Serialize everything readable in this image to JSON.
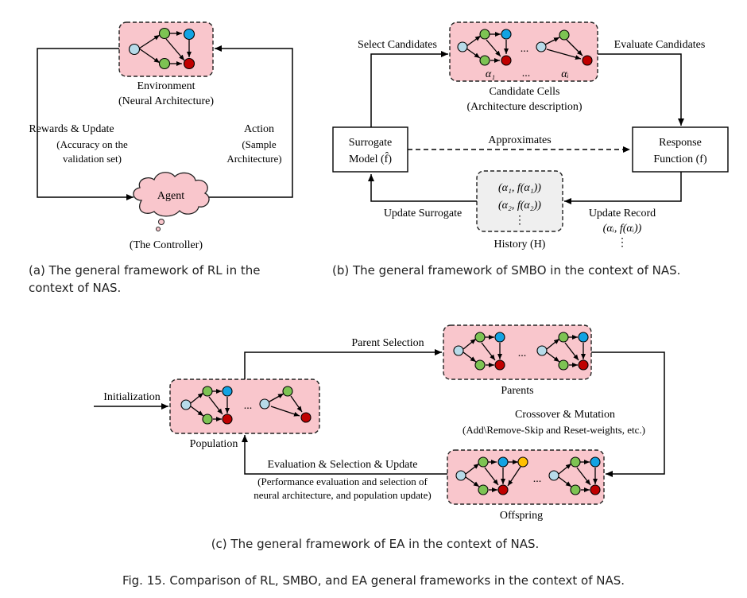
{
  "panel_a": {
    "environment": "Environment",
    "environment_sub": "(Neural Architecture)",
    "rewards": "Rewards & Update",
    "rewards_sub1": "(Accuracy on the",
    "rewards_sub2": "validation set)",
    "action": "Action",
    "action_sub1": "(Sample",
    "action_sub2": "Architecture)",
    "agent": "Agent",
    "controller": "(The Controller)",
    "caption_line1": "(a) The general framework of RL in the",
    "caption_line2": "context of NAS."
  },
  "panel_b": {
    "select": "Select Candidates",
    "evaluate": "Evaluate Candidates",
    "alpha1": "α₁",
    "dots": "...",
    "alphai": "αᵢ",
    "candidate_cells": "Candidate Cells",
    "candidate_sub": "(Architecture description)",
    "surrogate1": "Surrogate",
    "surrogate2": "Model (f̂)",
    "approximates": "Approximates",
    "response1": "Response",
    "response2": "Function (f)",
    "hist1": "(α₁, f(α₁))",
    "hist2": "(α₂, f(α₂))",
    "hist_dots": "⋮",
    "history": "History (H)",
    "update_surrogate": "Update Surrogate",
    "update_record": "Update Record",
    "record_entry": "(αᵢ, f(αᵢ))",
    "record_dots": "⋮",
    "caption": "(b) The general framework of SMBO in the context of NAS."
  },
  "panel_c": {
    "parent_selection": "Parent Selection",
    "initialization": "Initialization",
    "parents": "Parents",
    "population": "Population",
    "crossover": "Crossover & Mutation",
    "crossover_sub": "(Add\\Remove-Skip and Reset-weights, etc.)",
    "eval": "Evaluation & Selection & Update",
    "eval_sub1": "(Performance evaluation and selection of",
    "eval_sub2": "neural architecture, and population update)",
    "offspring": "Offspring",
    "dots": "...",
    "caption": "(c) The general framework of EA in the context of NAS."
  },
  "figure_caption": "Fig. 15.  Comparison of RL, SMBO, and EA general frameworks in the context of NAS.",
  "colors": {
    "box_pink": "#f9c6cc",
    "node_lightblue": "#b7dbe9",
    "node_green": "#7dc353",
    "node_blue": "#12a3e3",
    "node_red": "#c00000",
    "node_yellow": "#ffc000",
    "history_gray": "#efefef"
  }
}
